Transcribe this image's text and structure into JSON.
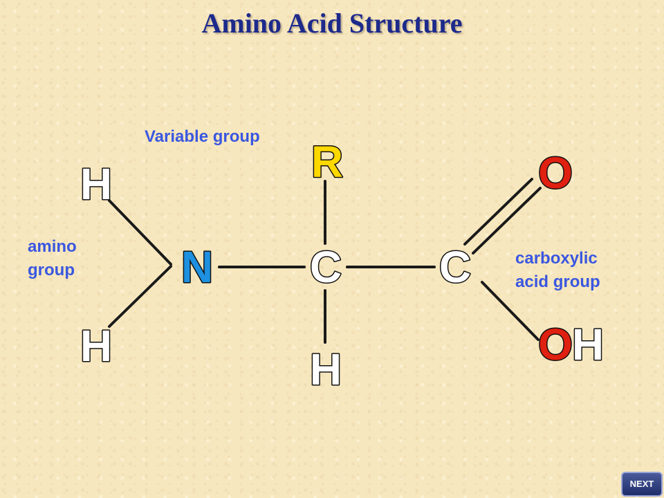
{
  "title": "Amino Acid Structure",
  "labels": {
    "variable_group": "Variable group",
    "amino_group": [
      "amino",
      "group"
    ],
    "carboxylic_group": [
      "carboxylic",
      "acid group"
    ]
  },
  "atoms": {
    "h_top_left": "H",
    "h_bottom_left": "H",
    "nitrogen": "N",
    "alpha_carbon": "C",
    "carboxyl_carbon": "C",
    "r_group": "R",
    "h_alpha": "H",
    "oxygen_double": "O",
    "hydroxyl_o": "O",
    "hydroxyl_h": "H"
  },
  "colors": {
    "title": "#1d2a8c",
    "label_text": "#3a57e0",
    "nitrogen": "#1e90e0",
    "oxygen": "#e02010",
    "r_group": "#ffd800",
    "carbon": "#ffffff",
    "hydrogen": "#ffffff",
    "bond": "#1a1a1a"
  },
  "nav": {
    "next_label": "NEXT"
  }
}
